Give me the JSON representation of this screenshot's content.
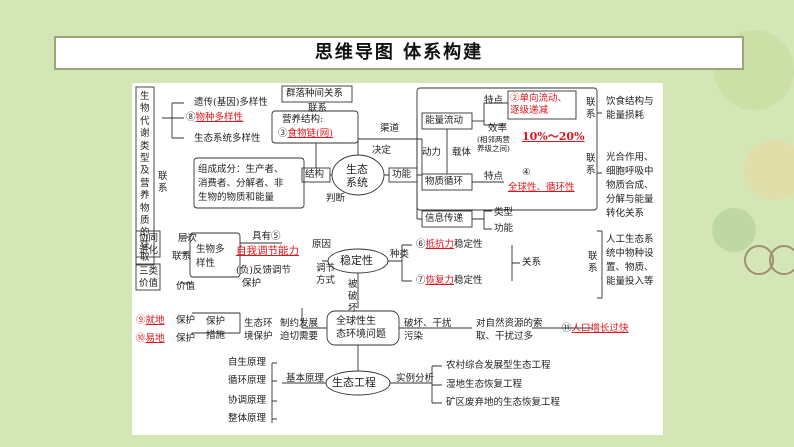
{
  "title": "思维导图 体系构建",
  "colors": {
    "background": "#d5e6b6",
    "panel": "#ffffff",
    "highlight_red": "#e0141c",
    "line": "#333333"
  },
  "left_column": {
    "metabolism": [
      "生",
      "物",
      "代",
      "谢",
      "类",
      "型",
      "及",
      "营",
      "养",
      "物",
      "质",
      "的",
      "获",
      "取"
    ],
    "coevolution": [
      "协同",
      "进化"
    ],
    "three_values": [
      "三类",
      "价值"
    ],
    "place": {
      "prefix": "⑨",
      "term": "就地"
    },
    "offsite": {
      "prefix": "⑩",
      "term": "易地"
    }
  },
  "biodiversity": {
    "genetic": "遗传(基因)多样性",
    "species_no": "⑧",
    "species": "物种多样性",
    "ecosystem": "生态系统多样性",
    "label": "生物多\n样性",
    "level": "层次",
    "link": "联系",
    "value": "价值",
    "protect": "保护",
    "measure": "保护措施"
  },
  "community": {
    "interspecies": "群落种间关系",
    "link": "联系"
  },
  "structure": {
    "nutrition_label": "营养结构:",
    "nutrition_no": "③",
    "nutrition_value": "食物链(网)",
    "composition": "组成成分：生产者、\n消费者、分解者、非\n生物的物质和能量",
    "structure": "结构",
    "ecosystem": "生态\n系统",
    "function": "功能",
    "channel": "渠道",
    "decide": "决定",
    "judge": "判断"
  },
  "energy": {
    "flow": "能量流动",
    "feature": "特点",
    "feature_no": "②",
    "feature_value": "单向流动、逐级递减",
    "efficiency": "效率",
    "efficiency_note": "(相邻两营\n养级之间)",
    "efficiency_value": "10%～20%",
    "power": "动力",
    "carrier": "载体",
    "cycle": "物质循环",
    "cycle_feature": "特点",
    "cycle_no": "④",
    "cycle_value": "全球性、循环性",
    "info": "信息传递",
    "type": "类型",
    "func": "功能",
    "link1": "联系",
    "link2": "联系",
    "note1": "饮食结构与\n能量损耗",
    "note2": "光合作用、\n细胞呼吸中\n物质合成、\n分解与能量\n转化关系"
  },
  "stability": {
    "has": "具有",
    "has_no": "⑤",
    "self_reg": "自我调节能力",
    "reason": "原因",
    "neg_fb": "(负)反馈调节",
    "way": "调节\n方式",
    "label": "稳定性",
    "kind": "种类",
    "resist_no": "⑥",
    "resist": "抵抗力",
    "resist_tail": "稳定性",
    "recover_no": "⑦",
    "recover": "恢复力",
    "recover_tail": "稳定性",
    "relation": "关系",
    "destroyed": "被\n破\n坏",
    "link": "联\n系",
    "artificial": "人工生态系\n统中物种设\n置、物质、\n能量投入等"
  },
  "global": {
    "title": "全球性生\n态环境问题",
    "env_protect": "生态环\n境保护",
    "constraint": "制约发展\n迫切需要",
    "damage": "破坏、干扰\n污染",
    "demand": "对自然资源的索\n取、干扰过多",
    "pop_no": "⑪",
    "pop": "人口增长过快"
  },
  "engineering": {
    "label": "生态工程",
    "basic": "基本原理",
    "analysis": "实例分析",
    "principles": [
      "自生原理",
      "循环原理",
      "协调原理",
      "整体原理"
    ],
    "examples": [
      "农村综合发展型生态工程",
      "湿地生态恢复工程",
      "矿区废弃地的生态恢复工程"
    ]
  }
}
